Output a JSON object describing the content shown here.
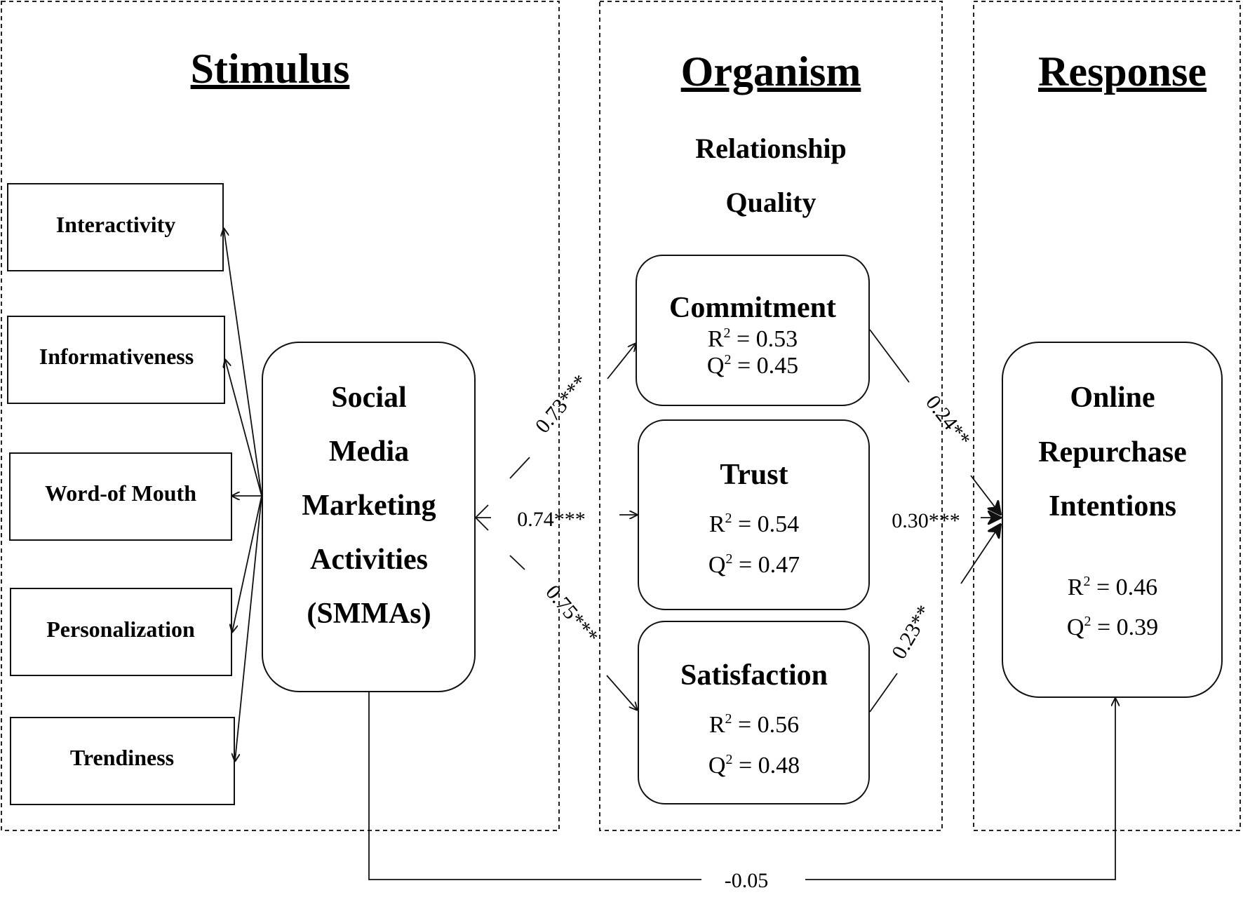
{
  "sections": {
    "stimulus": "Stimulus",
    "organism": "Organism",
    "response": "Response"
  },
  "organism_subtitle": [
    "Relationship",
    "Quality"
  ],
  "dimensions": [
    "Interactivity",
    "Informativeness",
    "Word-of Mouth",
    "Personalization",
    "Trendiness"
  ],
  "smma": [
    "Social",
    "Media",
    "Marketing",
    "Activities",
    "(SMMAs)"
  ],
  "commitment": {
    "title": "Commitment",
    "r2": "= 0.53",
    "q2": "= 0.45"
  },
  "trust": {
    "title": "Trust",
    "r2": "= 0.54",
    "q2": "= 0.47"
  },
  "satisfaction": {
    "title": "Satisfaction",
    "r2": "= 0.56",
    "q2": "= 0.48"
  },
  "outcome": {
    "lines": [
      "Online",
      "Repurchase",
      "Intentions"
    ],
    "r2": "= 0.46",
    "q2": "= 0.39"
  },
  "stat_labels": {
    "r": "R",
    "q": "Q",
    "sup": "2"
  },
  "paths": {
    "smma_commitment": "0.73***",
    "smma_trust": "0.74***",
    "smma_satisfaction": "0.75***",
    "commitment_outcome": "0.24**",
    "trust_outcome": "0.30***",
    "satisfaction_outcome": "0.23**",
    "smma_outcome": "-0.05"
  }
}
